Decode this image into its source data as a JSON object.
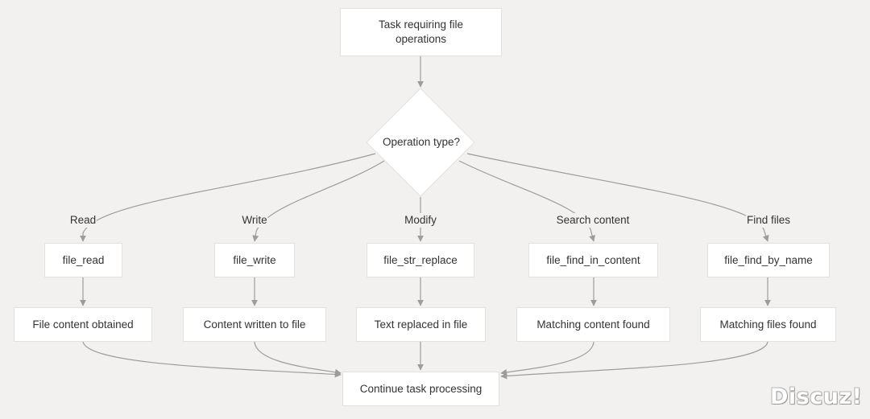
{
  "diagram": {
    "start": "Task requiring file operations",
    "decision": "Operation type?",
    "branches": [
      {
        "edge_label": "Read",
        "tool": "file_read",
        "result": "File content obtained"
      },
      {
        "edge_label": "Write",
        "tool": "file_write",
        "result": "Content written to file"
      },
      {
        "edge_label": "Modify",
        "tool": "file_str_replace",
        "result": "Text replaced in file"
      },
      {
        "edge_label": "Search content",
        "tool": "file_find_in_content",
        "result": "Matching content found"
      },
      {
        "edge_label": "Find files",
        "tool": "file_find_by_name",
        "result": "Matching files found"
      }
    ],
    "end": "Continue task processing"
  },
  "watermark": "Discuz!",
  "colors": {
    "background": "#f2f1f0",
    "node_fill": "#ffffff",
    "edge": "#9c9c9c",
    "text": "#333333"
  }
}
